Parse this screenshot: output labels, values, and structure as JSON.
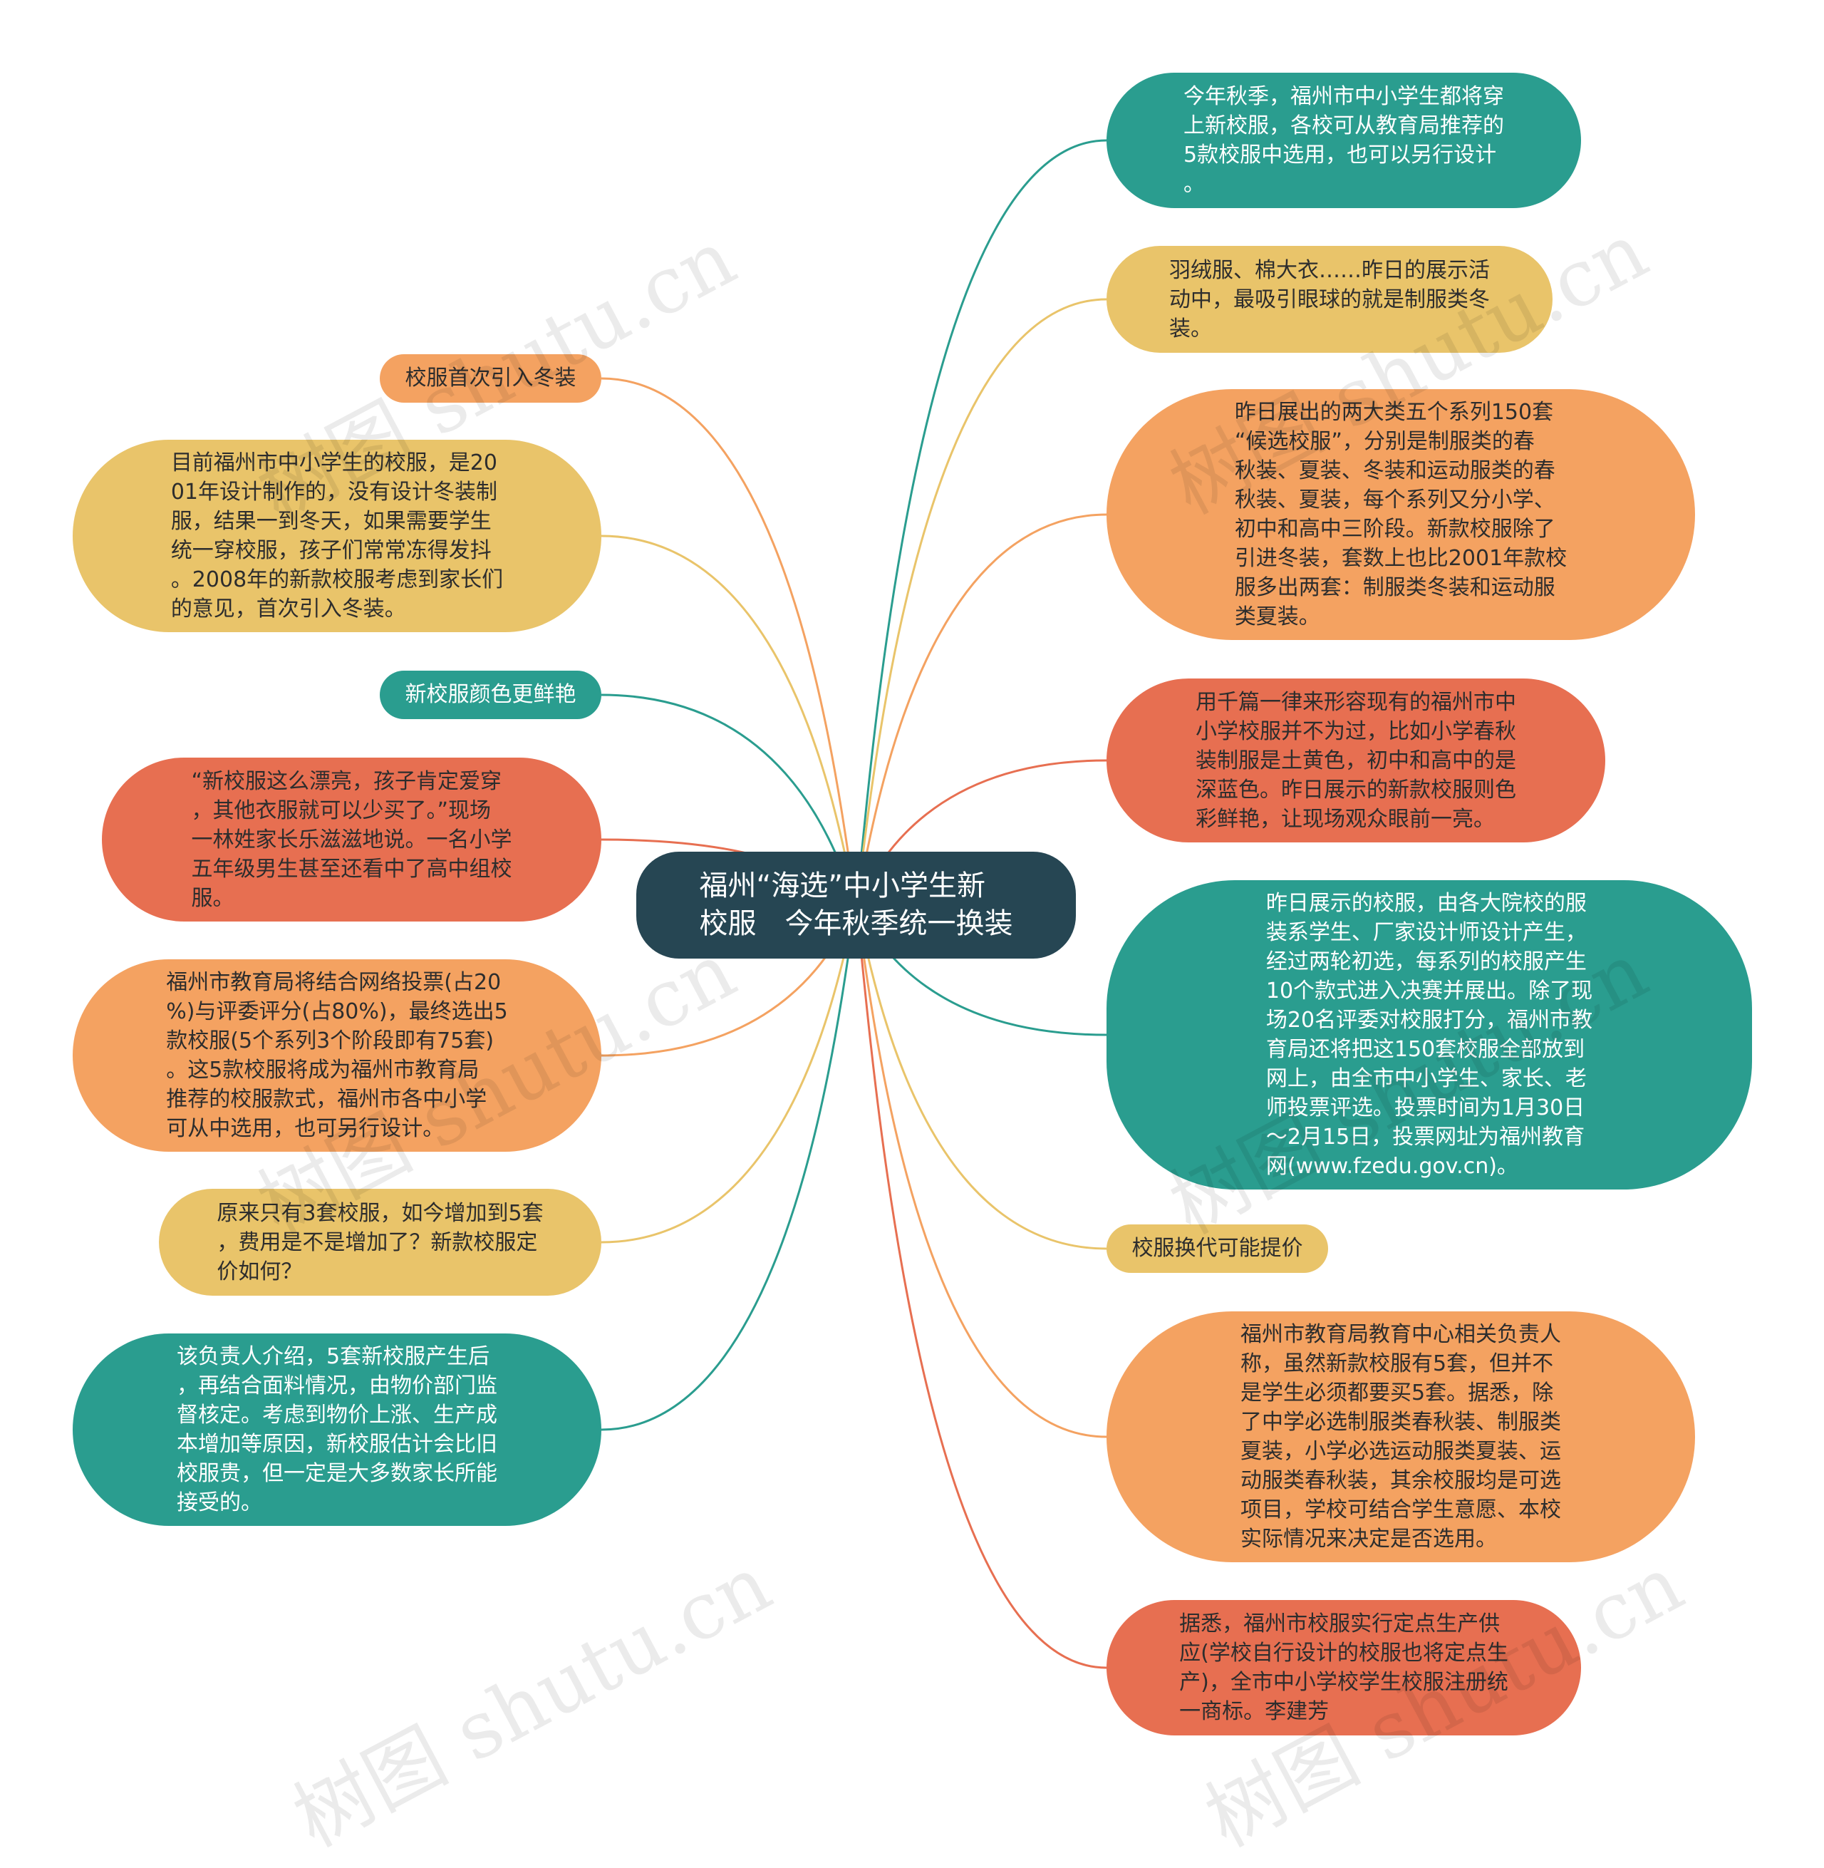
{
  "root": {
    "title": "福州“海选”中小学生新\n校服　今年秋季统一换装",
    "color": "#264653"
  },
  "colors": {
    "teal": "#2a9d8f",
    "yellow": "#e9c46a",
    "orange": "#f4a261",
    "red": "#e76f51",
    "navy": "#264653"
  },
  "right_nodes": [
    {
      "text": "今年秋季，福州市中小学生都将穿\n上新校服，各校可从教育局推荐的\n5款校服中选用，也可以另行设计\n。",
      "color": "teal"
    },
    {
      "text": "羽绒服、棉大衣……昨日的展示活\n动中，最吸引眼球的就是制服类冬\n装。",
      "color": "yellow"
    },
    {
      "text": "昨日展出的两大类五个系列150套\n“候选校服”，分别是制服类的春\n秋装、夏装、冬装和运动服类的春\n秋装、夏装，每个系列又分小学、\n初中和高中三阶段。新款校服除了\n引进冬装，套数上也比2001年款校\n服多出两套：制服类冬装和运动服\n类夏装。",
      "color": "orange"
    },
    {
      "text": "用千篇一律来形容现有的福州市中\n小学校服并不为过，比如小学春秋\n装制服是土黄色，初中和高中的是\n深蓝色。昨日展示的新款校服则色\n彩鲜艳，让现场观众眼前一亮。",
      "color": "red"
    },
    {
      "text": "昨日展示的校服，由各大院校的服\n装系学生、厂家设计师设计产生，\n经过两轮初选，每系列的校服产生\n10个款式进入决赛并展出。除了现\n场20名评委对校服打分，福州市教\n育局还将把这150套校服全部放到\n网上，由全市中小学生、家长、老\n师投票评选。投票时间为1月30日\n～2月15日，投票网址为福州教育\n网(www.fzedu.gov.cn)。",
      "color": "teal"
    },
    {
      "text": "校服换代可能提价",
      "color": "yellow"
    },
    {
      "text": "福州市教育局教育中心相关负责人\n称，虽然新款校服有5套，但并不\n是学生必须都要买5套。据悉，除\n了中学必选制服类春秋装、制服类\n夏装，小学必选运动服类夏装、运\n动服类春秋装，其余校服均是可选\n项目，学校可结合学生意愿、本校\n实际情况来决定是否选用。",
      "color": "orange"
    },
    {
      "text": "据悉，福州市校服实行定点生产供\n应(学校自行设计的校服也将定点生\n产)，全市中小学校学生校服注册统\n一商标。李建芳",
      "color": "red"
    }
  ],
  "left_nodes": [
    {
      "text": "校服首次引入冬装",
      "color": "orange"
    },
    {
      "text": "目前福州市中小学生的校服，是20\n01年设计制作的，没有设计冬装制\n服，结果一到冬天，如果需要学生\n统一穿校服，孩子们常常冻得发抖\n。2008年的新款校服考虑到家长们\n的意见，首次引入冬装。",
      "color": "yellow"
    },
    {
      "text": "新校服颜色更鲜艳",
      "color": "teal"
    },
    {
      "text": "“新校服这么漂亮，孩子肯定爱穿\n，其他衣服就可以少买了。”现场\n一林姓家长乐滋滋地说。一名小学\n五年级男生甚至还看中了高中组校\n服。",
      "color": "red"
    },
    {
      "text": "福州市教育局将结合网络投票(占20\n%)与评委评分(占80%)，最终选出5\n款校服(5个系列3个阶段即有75套)\n。这5款校服将成为福州市教育局\n推荐的校服款式，福州市各中小学\n可从中选用，也可另行设计。",
      "color": "orange"
    },
    {
      "text": "原来只有3套校服，如今增加到5套\n，费用是不是增加了？新款校服定\n价如何？",
      "color": "yellow"
    },
    {
      "text": "该负责人介绍，5套新校服产生后\n，再结合面料情况，由物价部门监\n督核定。考虑到物价上涨、生产成\n本增加等原因，新校服估计会比旧\n校服贵，但一定是大多数家长所能\n接受的。",
      "color": "teal"
    }
  ],
  "watermarks": [
    "树图 shutu.cn",
    "树图 shutu.cn",
    "树图 shutu.cn",
    "树图 shutu.cn",
    "树图 shutu.cn",
    "树图 shutu.cn"
  ]
}
